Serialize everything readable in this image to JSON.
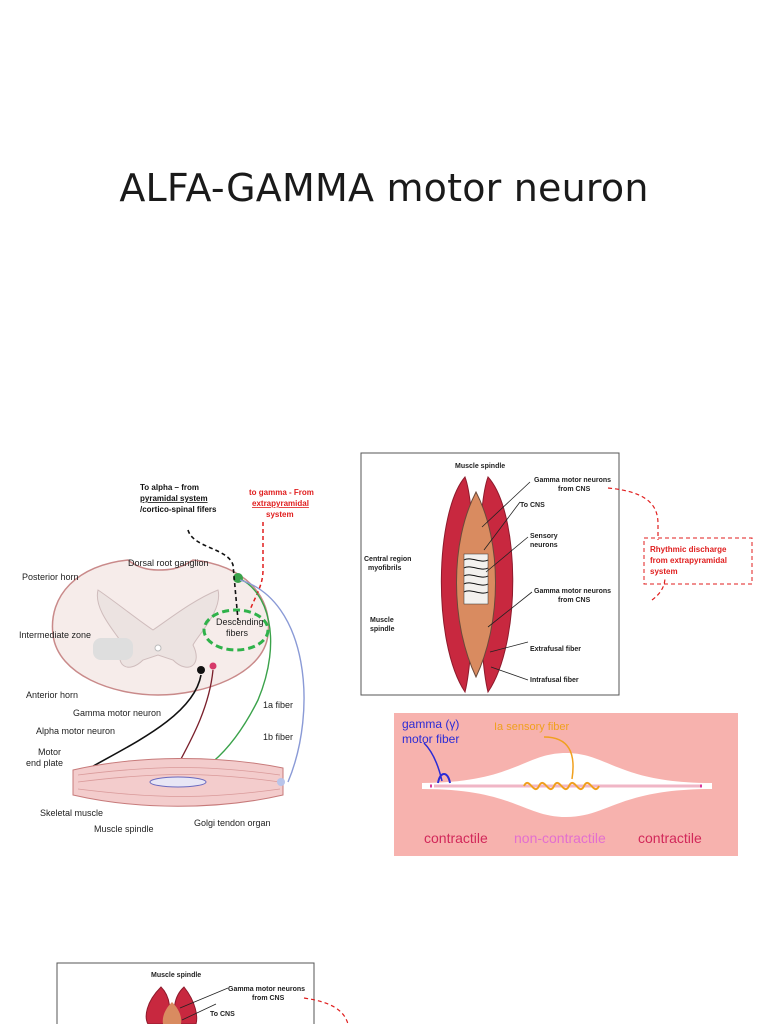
{
  "slide": {
    "title": "ALFA-GAMMA motor neuron"
  },
  "spinal_figure": {
    "note_alpha": [
      "To alpha – from",
      "pyramidal system",
      "/cortico-spinal fifers"
    ],
    "note_gamma": [
      "to gamma - From",
      "extrapyramidal",
      "system"
    ],
    "labels": {
      "dorsal_root_ganglion": "Dorsal root ganglion",
      "posterior_horn": "Posterior horn",
      "intermediate_zone": "Intermediate zone",
      "descending_fibers_1": "Descending",
      "descending_fibers_2": "fibers",
      "anterior_horn": "Anterior horn",
      "gamma_motor_neuron": "Gamma motor neuron",
      "alpha_motor_neuron": "Alpha motor neuron",
      "motor_end_plate_1": "Motor",
      "motor_end_plate_2": "end plate",
      "fiber_1a": "1a fiber",
      "fiber_1b": "1b fiber",
      "skeletal_muscle": "Skeletal muscle",
      "muscle_spindle": "Muscle spindle",
      "golgi_tendon_organ": "Golgi tendon organ"
    }
  },
  "spindle_figure": {
    "title": "Muscle spindle",
    "labels": {
      "gamma_top_1": "Gamma motor neurons",
      "gamma_top_2": "from CNS",
      "to_cns": "To CNS",
      "sensory_1": "Sensory",
      "sensory_2": "neurons",
      "central_1": "Central region",
      "central_2": "myofibrils",
      "gamma_mid_1": "Gamma motor neurons",
      "gamma_mid_2": "from CNS",
      "muscle_spindle_1": "Muscle",
      "muscle_spindle_2": "spindle",
      "extrafusal": "Extrafusal fiber",
      "intrafusal": "Intrafusal fiber"
    },
    "note_rhythmic": [
      "Rhythmic discharge",
      "from extrapyramidal",
      "system"
    ]
  },
  "fiber_diagram": {
    "gamma_label_1": "gamma (γ)",
    "gamma_label_2": "motor fiber",
    "ia_label": "Ia sensory fiber",
    "contractile_left": "contractile",
    "non_contractile": "non-contractile",
    "contractile_right": "contractile"
  },
  "spindle_figure_repeat": {
    "title": "Muscle spindle",
    "gamma_top_1": "Gamma motor neurons",
    "gamma_top_2": "from CNS",
    "to_cns": "To CNS"
  },
  "colors": {
    "accent_red": "#e01e1e",
    "muscle_red": "#c8283f",
    "fiber_bg": "#f7b2ae",
    "gamma_blue": "#2b2bd6",
    "ia_orange": "#f0a01e",
    "noncontractile_pink": "#e36fd0"
  }
}
